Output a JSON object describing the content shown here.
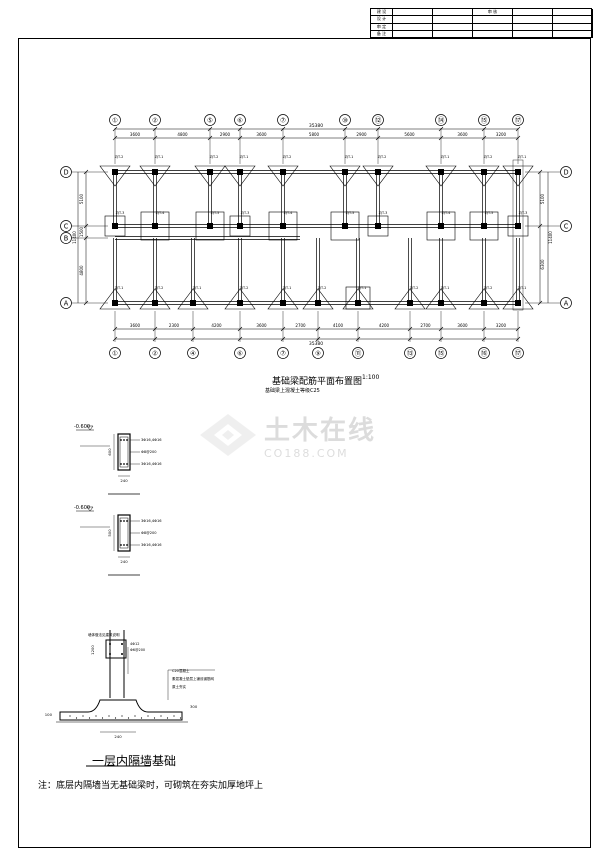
{
  "title_block": {
    "rows": [
      [
        "建 设",
        "",
        "",
        "审 核",
        "",
        ""
      ],
      [
        "设 计",
        "",
        "",
        "",
        "",
        ""
      ],
      [
        "审 定",
        "",
        "",
        "",
        "",
        ""
      ],
      [
        "备 注",
        "",
        "",
        "",
        "",
        ""
      ]
    ]
  },
  "plan": {
    "title": "基础梁配筋平面布置图",
    "scale": "1:100",
    "subtitle": "基础梁上混凝土等级C25",
    "axis_top": [
      "①",
      "②",
      "⑤",
      "⑥",
      "⑦",
      "⑩",
      "⑫",
      "⑭",
      "⑮",
      "⑰"
    ],
    "axis_bottom": [
      "①",
      "②",
      "④",
      "⑥",
      "⑦",
      "⑨",
      "⑪",
      "⑬",
      "⑮",
      "⑯",
      "⑰"
    ],
    "axis_left": [
      "D",
      "C",
      "B",
      "A"
    ],
    "axis_right": [
      "D",
      "C",
      "A"
    ],
    "dims_top": [
      "3600",
      "4800",
      "2900",
      "3600",
      "5800",
      "2900",
      "5600",
      "3600",
      "3200"
    ],
    "dims_bottom": [
      "3600",
      "2300",
      "4200",
      "3600",
      "2700",
      "4100",
      "4200",
      "2700",
      "3600",
      "3200"
    ],
    "total_top": "35380",
    "total_bottom": "35380",
    "dims_left": [
      "5100",
      "1500",
      "4800"
    ],
    "dims_right": [
      "5100",
      "6300"
    ],
    "overall_left": "11400",
    "overall_right": "11400",
    "footing_tags": [
      "ZJT-2",
      "ZJT-1",
      "ZJT-3",
      "ZJT-4",
      "ZJT-5"
    ]
  },
  "section1": {
    "elev": "-0.600",
    "labels": [
      "3Φ16,4Φ16",
      "Φ8@200",
      "3Φ16,4Φ16"
    ],
    "width": "240",
    "depth": "600"
  },
  "section2": {
    "elev": "-0.600",
    "labels": [
      "3Φ16,4Φ16",
      "Φ8@200",
      "3Φ16,4Φ16"
    ],
    "width": "240",
    "depth": "500"
  },
  "wall_detail": {
    "title": "一层内隔墙基础",
    "labels": [
      "墙体做法见建筑说明",
      "4Φ12",
      "Φ6@200",
      "C20混凝土",
      "素混凝土垫层上铺设钢筋网",
      "原土夯实"
    ],
    "dims": [
      "240",
      "1200",
      "300",
      "100"
    ]
  },
  "note": "注：底层内隔墙当无基础梁时，可砌筑在夯实加厚地坪上",
  "watermark": {
    "main": "土木在线",
    "sub": "CO188.COM"
  }
}
